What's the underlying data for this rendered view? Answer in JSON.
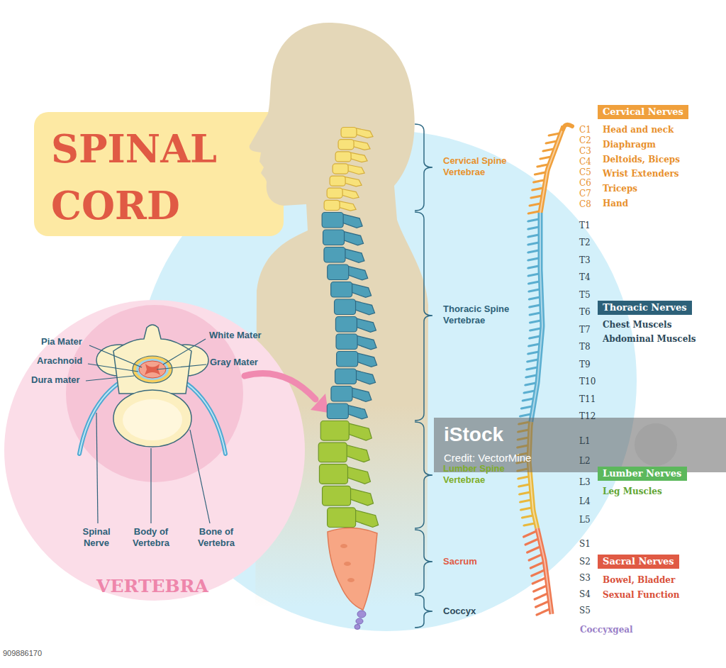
{
  "diagram": {
    "title": "SPINAL CORD",
    "nodes": [
      {
        "text": [
          "Cervical Nerves"
        ]
      },
      {
        "text": [
          "Thoracic Nerves"
        ]
      },
      {
        "text": [
          "Lumber Nerves"
        ]
      },
      {
        "text": [
          "Sacral Nerves"
        ]
      }
    ],
    "labels": [
      "Pia Mater",
      "Arachnoid",
      "Dura mater",
      "White Mater",
      "Gray Mater",
      "Spinal Nerve",
      "Body of Vertebra",
      "Bone of Vertebra",
      "VERTEBRA",
      "Cervical Spine Vertebrae",
      "Thoracic Spine Vertebrae",
      "Lumber Spine Vertebrae",
      "Sacrum",
      "Coccyx",
      "C1",
      "C2",
      "C3",
      "C4",
      "C5",
      "C6",
      "C7",
      "C8",
      "T1",
      "T2",
      "T3",
      "T4",
      "T5",
      "T6",
      "T7",
      "T8",
      "T9",
      "T10",
      "T11",
      "T12",
      "L1",
      "L2",
      "L3",
      "L4",
      "L5",
      "S1",
      "S2",
      "S3",
      "S4",
      "S5",
      "Coccyxgeal",
      "Head and neck",
      "Diaphragm",
      "Deltoids, Biceps",
      "Wrist Extenders",
      "Triceps",
      "Hand",
      "Chest Muscels",
      "Abdominal Muscels",
      "Leg Muscles",
      "Bowel, Bladder",
      "Sexual Function",
      "iStock",
      "Credit: VectorMine",
      "909886170"
    ]
  }
}
